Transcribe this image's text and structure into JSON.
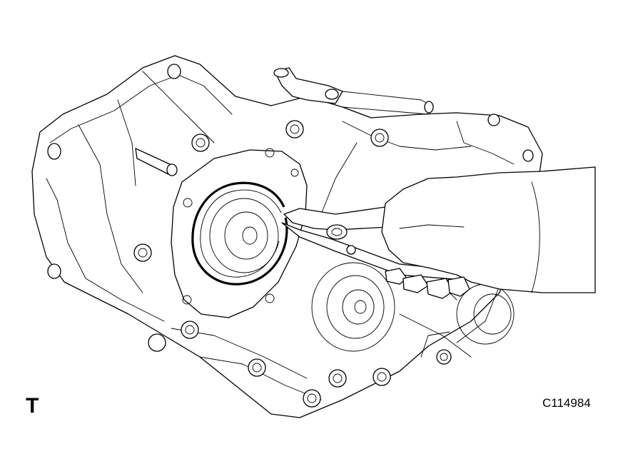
{
  "figure": {
    "corner_mark": "T",
    "figure_code": "C114984"
  },
  "icons": {
    "illustration": "transmission-case-snap-ring-pliers-illustration"
  }
}
